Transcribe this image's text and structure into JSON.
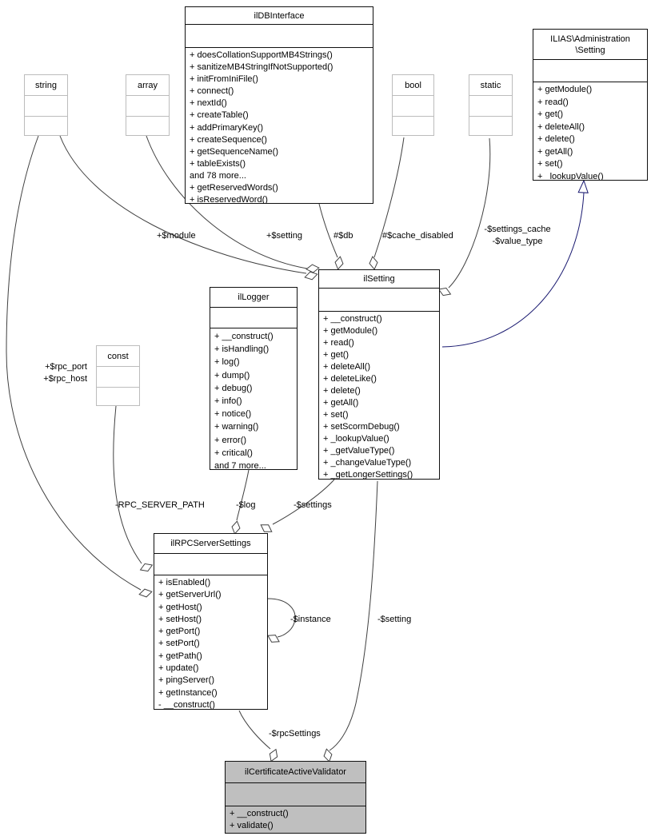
{
  "diagram": {
    "title": "ilCertificateActiveValidator collaboration diagram",
    "classes": {
      "ildbinterface": {
        "title": "ilDBInterface",
        "methods": [
          "+ doesCollationSupportMB4Strings()",
          "+ sanitizeMB4StringIfNotSupported()",
          "+ initFromIniFile()",
          "+ connect()",
          "+ nextId()",
          "+ createTable()",
          "+ addPrimaryKey()",
          "+ createSequence()",
          "+ getSequenceName()",
          "+ tableExists()",
          "and 78 more...",
          "+ getReservedWords()",
          "+ isReservedWord()"
        ]
      },
      "ilias_setting": {
        "title": "ILIAS\\Administration\n\\Setting",
        "methods": [
          "+ getModule()",
          "+ read()",
          "+ get()",
          "+ deleteAll()",
          "+ delete()",
          "+ getAll()",
          "+ set()",
          "+ _lookupValue()"
        ]
      },
      "ilsetting": {
        "title": "ilSetting",
        "methods": [
          "+ __construct()",
          "+ getModule()",
          "+ read()",
          "+ get()",
          "+ deleteAll()",
          "+ deleteLike()",
          "+ delete()",
          "+ getAll()",
          "+ set()",
          "+ setScormDebug()",
          "+ _lookupValue()",
          "+ _getValueType()",
          "+ _changeValueType()",
          "+ _getLongerSettings()"
        ]
      },
      "illogger": {
        "title": "ilLogger",
        "methods": [
          "+ __construct()",
          "+ isHandling()",
          "+ log()",
          "+ dump()",
          "+ debug()",
          "+ info()",
          "+ notice()",
          "+ warning()",
          "+ error()",
          "+ critical()",
          "and 7 more..."
        ]
      },
      "ilrpcserversettings": {
        "title": "ilRPCServerSettings",
        "methods": [
          "+ isEnabled()",
          "+ getServerUrl()",
          "+ getHost()",
          "+ setHost()",
          "+ getPort()",
          "+ setPort()",
          "+ getPath()",
          "+ update()",
          "+ pingServer()",
          "+ getInstance()",
          "- __construct()"
        ]
      },
      "ilcertificateactivevalidator": {
        "title": "ilCertificateActiveValidator",
        "methods": [
          "+ __construct()",
          "+ validate()"
        ]
      },
      "string": {
        "title": "string"
      },
      "array": {
        "title": "array"
      },
      "bool": {
        "title": "bool"
      },
      "static": {
        "title": "static"
      },
      "const": {
        "title": "const"
      }
    },
    "edge_labels": {
      "module": "+$module",
      "setting": "+$setting",
      "db": "#$db",
      "cache_disabled": "#$cache_disabled",
      "settings_cache": "-$settings_cache\n-$value_type",
      "rpc_members": "+$rpc_port\n+$rpc_host",
      "rpc_server_path": "-RPC_SERVER_PATH",
      "log": "-$log",
      "settings": "-$settings",
      "instance": "-$instance",
      "setting2": "-$setting",
      "rpc_settings": "-$rpcSettings"
    },
    "colors": {
      "edge": "#404040",
      "inheritance": "#191970",
      "class_border": "#101010",
      "primitive_border": "#bcbcbc",
      "highlight_fill": "#bfbfbf",
      "box_fill": "#ffffff"
    }
  }
}
